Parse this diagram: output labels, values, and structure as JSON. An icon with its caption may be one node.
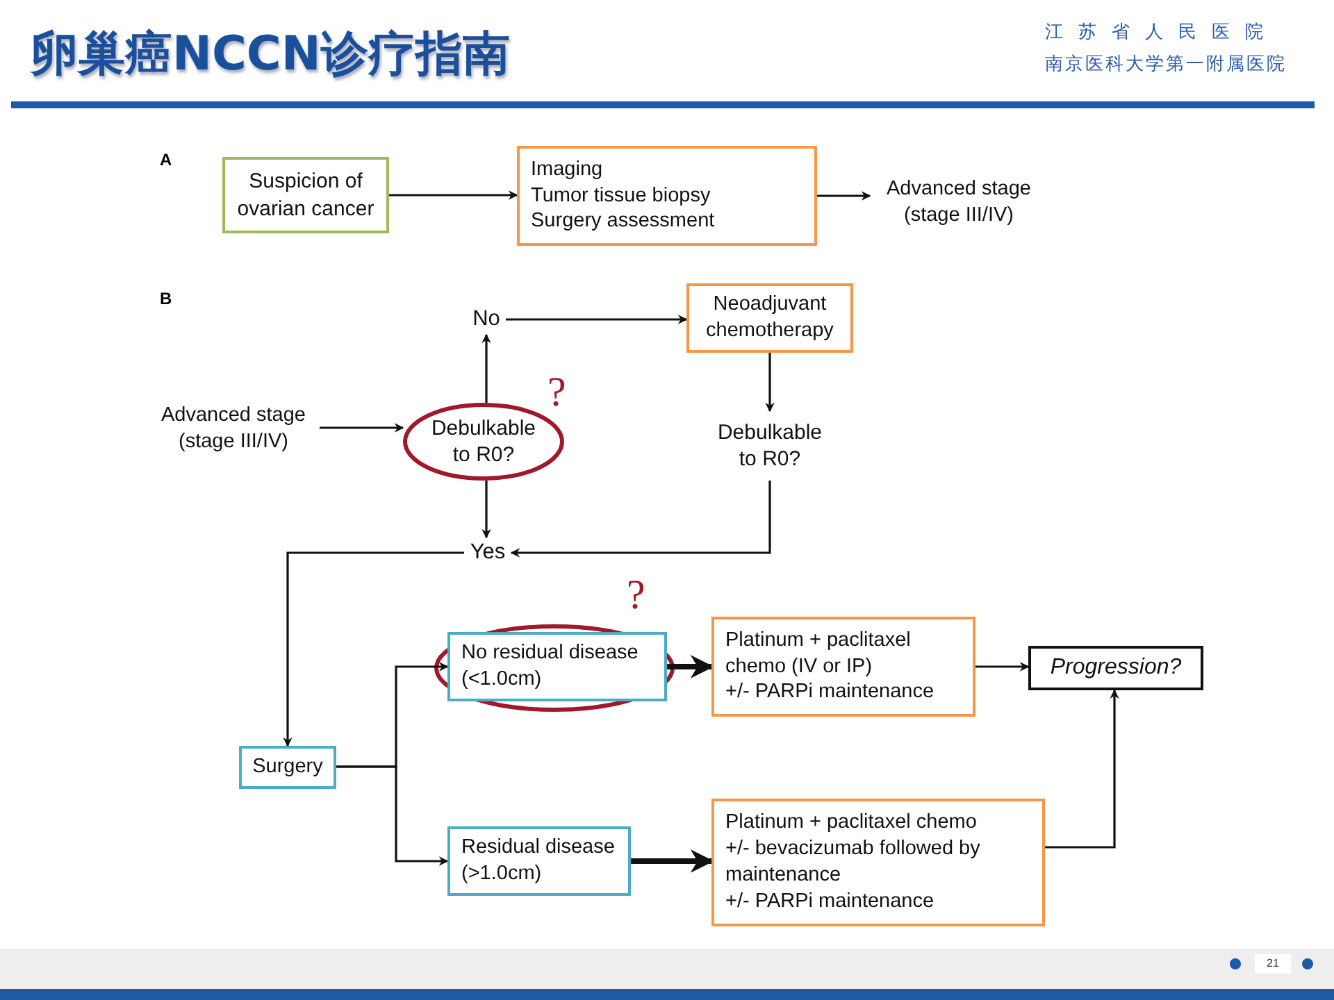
{
  "diagram": {
    "title": "卵巢癌NCCN诊疗指南",
    "nodes": [
      {
        "text": [
          "Suspicion of ovarian cancer"
        ]
      },
      {
        "text": [
          "Imaging",
          "Tumor tissue biopsy",
          "Surgery assessment"
        ]
      },
      {
        "text": [
          "Advanced stage (stage III/IV)"
        ]
      },
      {
        "text": [
          "Advanced stage (stage III/IV)"
        ]
      },
      {
        "text": [
          "Debulkable to R0?"
        ]
      },
      {
        "text": [
          "No"
        ]
      },
      {
        "text": [
          "Neoadjuvant chemotherapy"
        ]
      },
      {
        "text": [
          "Debulkable to R0?"
        ]
      },
      {
        "text": [
          "Yes"
        ]
      },
      {
        "text": [
          "Surgery"
        ]
      },
      {
        "text": [
          "No residual disease (<1.0cm)"
        ]
      },
      {
        "text": [
          "Platinum + paclitaxel chemo (IV or IP)",
          "+/- PARPi maintenance"
        ]
      },
      {
        "text": [
          "Residual disease (>1.0cm)"
        ]
      },
      {
        "text": [
          "Platinum + paclitaxel chemo",
          "+/- bevacizumab followed by maintenance",
          "+/- PARPi maintenance"
        ]
      },
      {
        "text": [
          "Progression?"
        ]
      }
    ],
    "edges": [
      {
        "from": 0,
        "to": 1,
        "arrow": "to"
      },
      {
        "from": 1,
        "to": 2,
        "arrow": "to"
      },
      {
        "from": 3,
        "to": 4,
        "arrow": "to"
      },
      {
        "from": 4,
        "to": 5,
        "arrow": "to"
      },
      {
        "from": 5,
        "to": 6,
        "arrow": "to"
      },
      {
        "from": 6,
        "to": 7,
        "arrow": "to"
      },
      {
        "from": 4,
        "to": 8,
        "arrow": "to"
      },
      {
        "from": 7,
        "to": 8,
        "arrow": "to"
      },
      {
        "from": 8,
        "to": 9,
        "arrow": "to"
      },
      {
        "from": 9,
        "to": 10,
        "arrow": "to"
      },
      {
        "from": 9,
        "to": 12,
        "arrow": "to"
      },
      {
        "from": 10,
        "to": 11,
        "arrow": "to",
        "style": "thick"
      },
      {
        "from": 12,
        "to": 13,
        "arrow": "to",
        "style": "thick"
      },
      {
        "from": 11,
        "to": 14,
        "arrow": "to"
      },
      {
        "from": 13,
        "to": 14,
        "arrow": "to"
      }
    ],
    "labels": [
      "江苏省人民医院",
      "南京医科大学第一附属医院",
      "A",
      "B",
      "?",
      "?",
      "21"
    ]
  }
}
